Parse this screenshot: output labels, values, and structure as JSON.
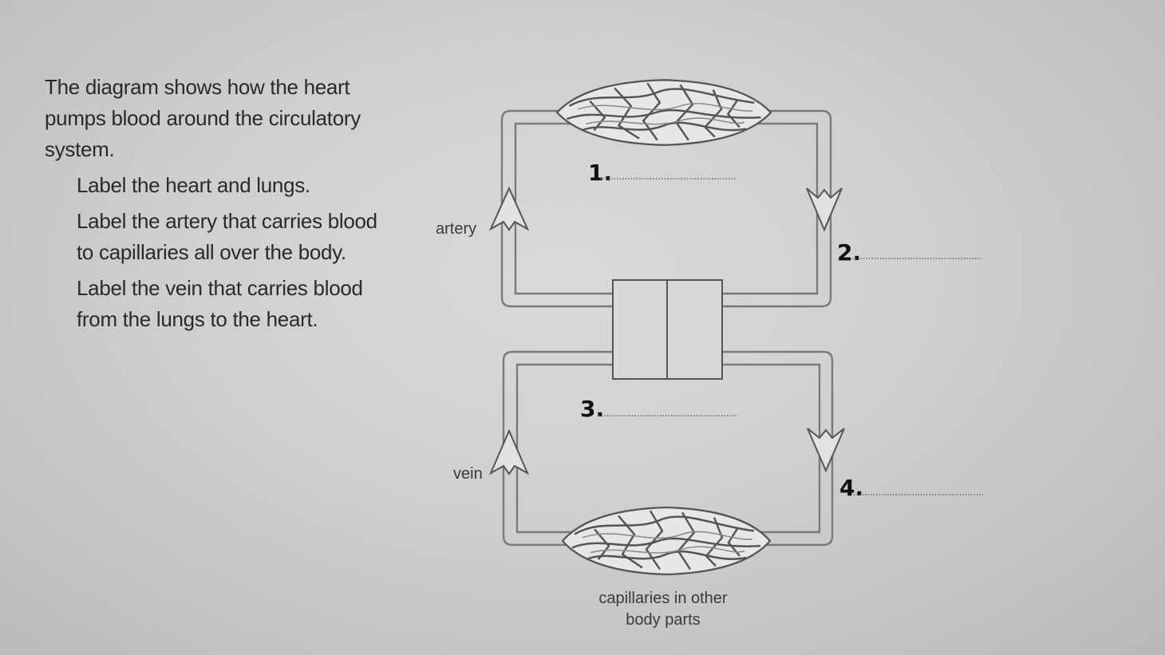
{
  "instructions": {
    "intro": "The diagram shows how the heart pumps blood around the circulatory system.",
    "tasks": [
      "Label the heart and lungs.",
      "Label the artery that carries blood to capillaries all over the body.",
      "Label the vein that carries blood from the lungs to the heart."
    ]
  },
  "diagram": {
    "labels": {
      "artery": "artery",
      "vein": "vein",
      "capillaries_line1": "capillaries in other",
      "capillaries_line2": "body parts"
    },
    "answer_numbers": [
      "1.",
      "2.",
      "3.",
      "4."
    ]
  }
}
